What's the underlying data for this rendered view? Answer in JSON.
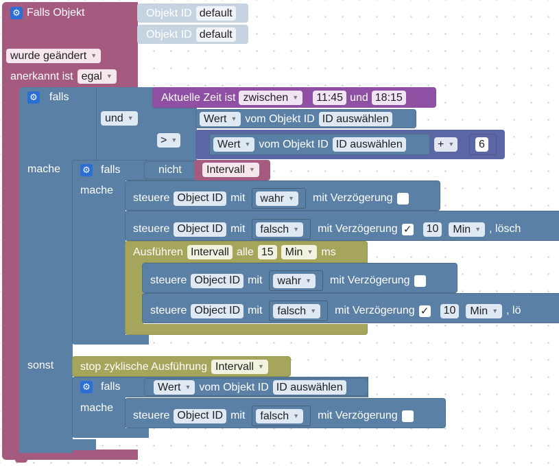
{
  "colors": {
    "trigger": "#a55b80",
    "logic": "#5b80a5",
    "control": "#5c81a6",
    "action": "#5b80a5",
    "timer": "#a5a55b",
    "time": "#8f4fa3",
    "nicht": "#a55b80",
    "math": "#5b67a5",
    "dropdown_dark": "#dfe9f3",
    "dropdown_light": "#f6e7ee"
  },
  "trigger": {
    "title": "Falls Objekt",
    "ids": [
      {
        "label": "Objekt ID",
        "value": "default"
      },
      {
        "label": "Objekt ID",
        "value": "default"
      }
    ],
    "changed_option": "wurde geändert",
    "ack_label": "anerkannt ist",
    "ack_value": "egal"
  },
  "if1": {
    "falls": "falls",
    "mache": "mache",
    "sonst": "sonst",
    "logic_op": "und",
    "time": {
      "label": "Aktuelle Zeit ist",
      "op": "zwischen",
      "from": "11:45",
      "and": "und",
      "to": "18:15"
    },
    "compare_op": ">",
    "value_a": {
      "field": "Wert",
      "label": "vom Objekt ID",
      "id": "ID auswählen"
    },
    "value_b": {
      "field": "Wert",
      "label": "vom Objekt ID",
      "id": "ID auswählen"
    },
    "math_op": "+",
    "math_num": "6"
  },
  "if2": {
    "falls": "falls",
    "mache": "mache",
    "not_label": "nicht",
    "var": "Intervall"
  },
  "set_rows": [
    {
      "label": "steuere",
      "obj": "Object ID",
      "mit": "mit",
      "value": "wahr",
      "delay": "mit Verzögerung",
      "checked": ""
    },
    {
      "label": "steuere",
      "obj": "Object ID",
      "mit": "mit",
      "value": "falsch",
      "delay": "mit Verzögerung",
      "checked": "✓",
      "num": "10",
      "unit": "Min",
      "suffix": ", lösch"
    },
    {
      "label": "steuere",
      "obj": "Object ID",
      "mit": "mit",
      "value": "wahr",
      "delay": "mit Verzögerung",
      "checked": ""
    },
    {
      "label": "steuere",
      "obj": "Object ID",
      "mit": "mit",
      "value": "falsch",
      "delay": "mit Verzögerung",
      "checked": "✓",
      "num": "10",
      "unit": "Min",
      "suffix": ", lö"
    },
    {
      "label": "steuere",
      "obj": "Object ID",
      "mit": "mit",
      "value": "falsch",
      "delay": "mit Verzögerung",
      "checked": ""
    }
  ],
  "interval": {
    "label": "Ausführen",
    "var": "Intervall",
    "every": "alle",
    "num": "15",
    "unit": "Min",
    "ms": "ms"
  },
  "stop": {
    "label": "stop zyklische Ausführung",
    "var": "Intervall"
  },
  "if3": {
    "falls": "falls",
    "mache": "mache",
    "value": {
      "field": "Wert",
      "label": "vom Objekt ID",
      "id": "ID auswählen"
    }
  }
}
